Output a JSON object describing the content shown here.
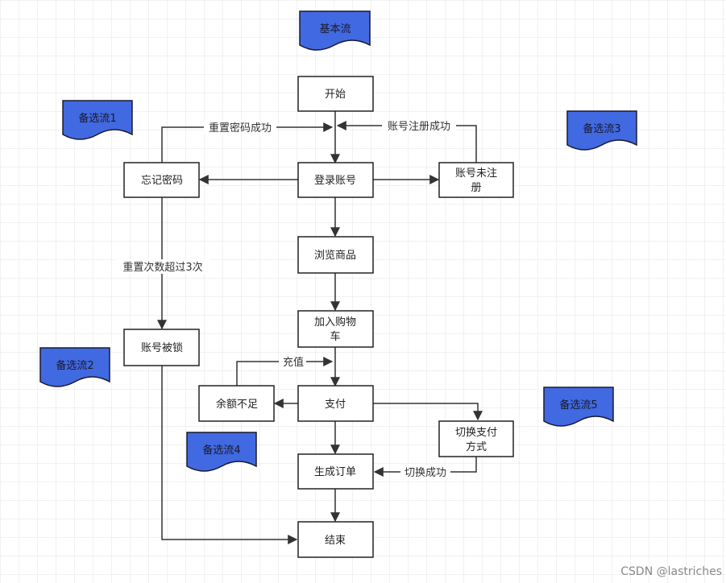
{
  "nodes": {
    "start": "开始",
    "login": "登录账号",
    "forgot": "忘记密码",
    "unregistered": [
      "账号未注",
      "册"
    ],
    "browse": "浏览商品",
    "cart": [
      "加入购物",
      "车"
    ],
    "locked": "账号被锁",
    "insufficient": "余额不足",
    "pay": "支付",
    "switch_pay": [
      "切换支付",
      "方式"
    ],
    "order": "生成订单",
    "end": "结束"
  },
  "docs": {
    "basic": "基本流",
    "alt1": "备选流1",
    "alt2": "备选流2",
    "alt3": "备选流3",
    "alt4": "备选流4",
    "alt5": "备选流5"
  },
  "edge_labels": {
    "reset_success": "重置密码成功",
    "register_success": "账号注册成功",
    "reset_over3": "重置次数超过3次",
    "recharge": "充值",
    "switch_success": "切换成功"
  },
  "watermark": "CSDN @lastriches",
  "colors": {
    "doc_fill": "#4169e1",
    "grid": "#e3e3e3",
    "stroke": "#222222"
  }
}
